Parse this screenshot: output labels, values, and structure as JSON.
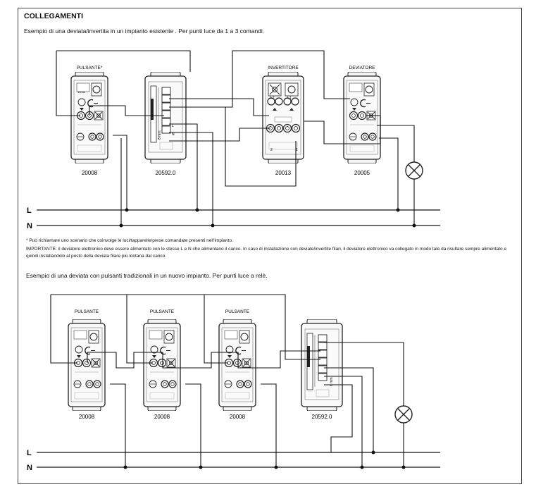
{
  "heading": "COLLEGAMENTI",
  "example1": {
    "intro": "Esempio di una deviata/invertita in un impianto esistente . Per punti luce da 1 a 3 comandi.",
    "devices": [
      {
        "name": "PULSANTE*",
        "code": "20008"
      },
      {
        "name": "",
        "code": "20592.0"
      },
      {
        "name": "INVERTITORE",
        "code": "20013"
      },
      {
        "name": "DEVIATORE",
        "code": "20005"
      }
    ],
    "line_L": "L",
    "line_N": "N"
  },
  "notes": {
    "asterisk": "* Può richiamare uno scenario che coinvolge le luci/tapparelle/prese comandate presenti nell'impianto.",
    "important": "IMPORTANTE: il deviatore elettronico deve essere alimentato con le stesse L e N che alimentano il carico. In caso di installazione con deviate/invertite filari, il deviatore elettronico va collegato in modo tale da risultare sempre alimentato e quindi installandolo al posto della deviata filare più lontana dal carico."
  },
  "example2": {
    "intro": "Esempio di una deviata con pulsanti tradizionali in un nuovo impianto. Per punti luce a relè.",
    "devices": [
      {
        "name": "PULSANTE",
        "code": "20008"
      },
      {
        "name": "PULSANTE",
        "code": "20008"
      },
      {
        "name": "PULSANTE",
        "code": "20008"
      },
      {
        "name": "",
        "code": "20592.0"
      }
    ],
    "line_L": "L",
    "line_N": "N"
  },
  "device_labels": {
    "width_10mm": "10mm",
    "strip_6mm": "6 mm",
    "term_1": "1",
    "term_2": "2",
    "term_L": "L",
    "term_N": "N",
    "term_L1": "L1",
    "term_L2": "L2"
  }
}
